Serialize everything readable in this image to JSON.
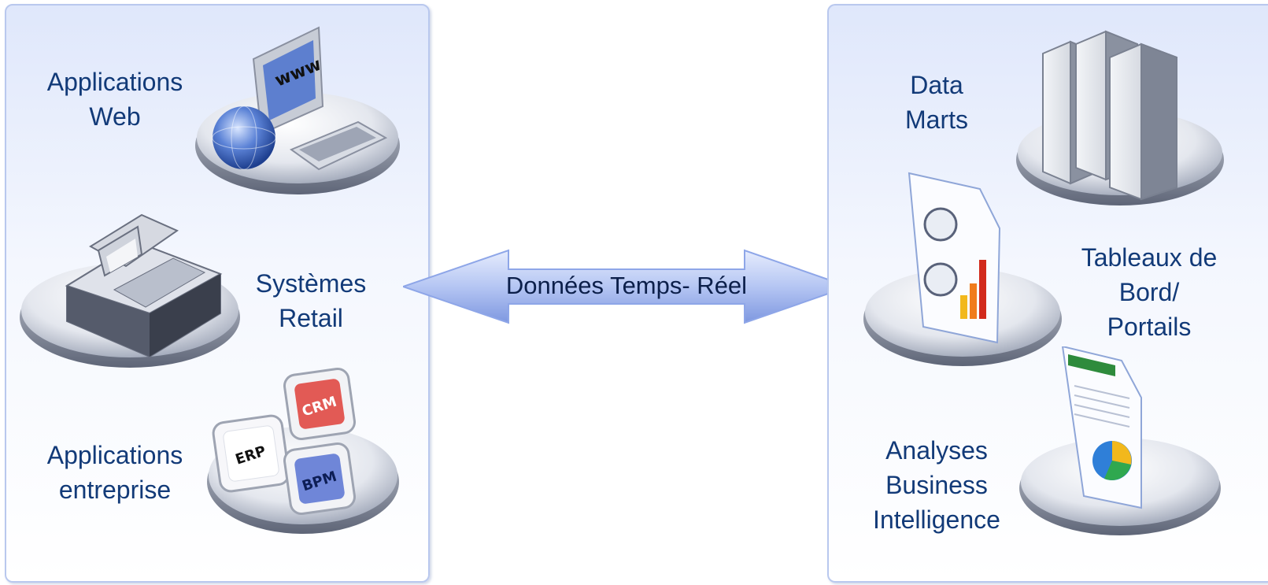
{
  "left_panel": {
    "web_apps": {
      "line1": "Applications",
      "line2": "Web",
      "screen_text": "www"
    },
    "retail": {
      "line1": "Systèmes",
      "line2": "Retail"
    },
    "enterprise": {
      "line1": "Applications",
      "line2": "entreprise",
      "tiles": {
        "erp": "ERP",
        "crm": "CRM",
        "bpm": "BPM"
      }
    }
  },
  "arrow": {
    "label": "Données Temps- Réel"
  },
  "right_panel": {
    "data_marts": {
      "line1": "Data",
      "line2": "Marts"
    },
    "dashboards": {
      "line1": "Tableaux de",
      "line2": "Bord/",
      "line3": "Portails"
    },
    "bi": {
      "line1": "Analyses",
      "line2": "Business",
      "line3": "Intelligence"
    }
  },
  "colors": {
    "text": "#123a78",
    "panel_border": "#b9c8ee",
    "arrow": "#a9bdf2",
    "crm": "#e25a55",
    "bpm": "#6f86d8"
  }
}
